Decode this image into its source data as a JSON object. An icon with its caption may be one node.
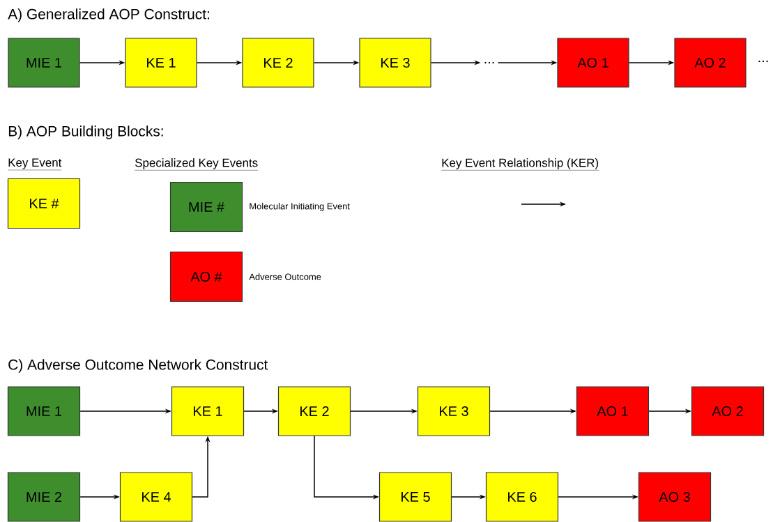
{
  "diagram": {
    "nodes": [
      {
        "text": [
          "MIE 1"
        ]
      },
      {
        "text": [
          "KE 1"
        ]
      },
      {
        "text": [
          "KE 2"
        ]
      },
      {
        "text": [
          "KE 3"
        ]
      },
      {
        "text": [
          "..."
        ]
      },
      {
        "text": [
          "AO 1"
        ]
      },
      {
        "text": [
          "AO 2"
        ]
      },
      {
        "text": [
          "KE #"
        ]
      },
      {
        "text": [
          "MIE #"
        ],
        "beside": [
          "Molecular Initiating Event"
        ]
      },
      {
        "text": [
          "AO #"
        ],
        "beside": [
          "Adverse Outcome"
        ]
      },
      {
        "text": [
          "MIE 1"
        ]
      },
      {
        "text": [
          "KE 1"
        ]
      },
      {
        "text": [
          "KE 2"
        ]
      },
      {
        "text": [
          "KE 3"
        ]
      },
      {
        "text": [
          "AO 1"
        ]
      },
      {
        "text": [
          "AO 2"
        ]
      },
      {
        "text": [
          "MIE 2"
        ]
      },
      {
        "text": [
          "KE 4"
        ]
      },
      {
        "text": [
          "KE 5"
        ]
      },
      {
        "text": [
          "KE 6"
        ]
      },
      {
        "text": [
          "AO 3"
        ]
      }
    ],
    "edges": [
      {
        "from": 0,
        "to": 1,
        "arrow": "to"
      },
      {
        "from": 1,
        "to": 2,
        "arrow": "to"
      },
      {
        "from": 2,
        "to": 3,
        "arrow": "to"
      },
      {
        "from": 3,
        "to": 4,
        "arrow": "to"
      },
      {
        "from": 4,
        "to": 5,
        "arrow": "to"
      },
      {
        "from": 5,
        "to": 6,
        "arrow": "to"
      },
      {
        "from": 10,
        "to": 11,
        "arrow": "to"
      },
      {
        "from": 11,
        "to": 12,
        "arrow": "to"
      },
      {
        "from": 12,
        "to": 13,
        "arrow": "to"
      },
      {
        "from": 13,
        "to": 14,
        "arrow": "to"
      },
      {
        "from": 14,
        "to": 15,
        "arrow": "to"
      },
      {
        "from": 16,
        "to": 17,
        "arrow": "to"
      },
      {
        "from": 17,
        "to": 11,
        "arrow": "to"
      },
      {
        "from": 12,
        "to": 18,
        "arrow": "to"
      },
      {
        "from": 18,
        "to": 19,
        "arrow": "to"
      },
      {
        "from": 19,
        "to": 20,
        "arrow": "to"
      }
    ],
    "labels": [
      "A) Generalized AOP Construct:",
      "...",
      "B) AOP Building Blocks:",
      "Key Event",
      "Specialized Key Events",
      "Key Event Relationship (KER)",
      "C) Adverse Outcome Network Construct"
    ]
  }
}
